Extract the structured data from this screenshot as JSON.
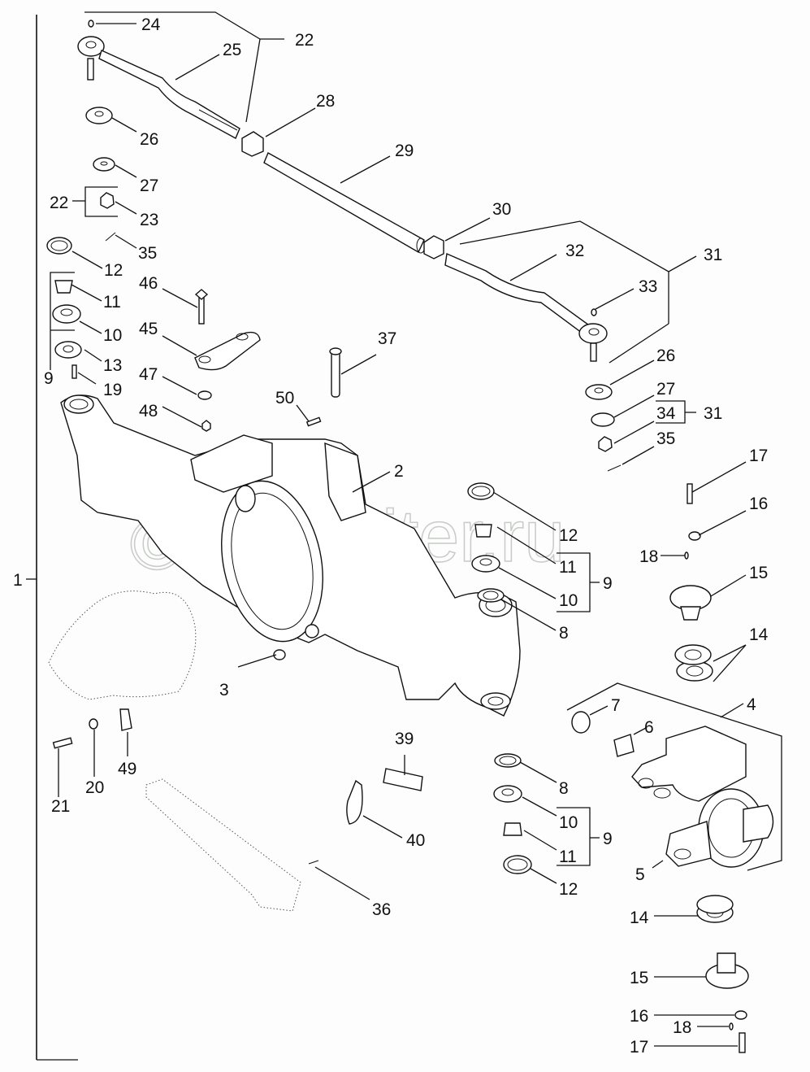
{
  "title": "Front axle assembly exploded parts diagram",
  "watermark": "autopiter.ru",
  "watermark_symbol": "©",
  "callouts": [
    {
      "id": "c24",
      "label": "24",
      "part": "grease-fitting"
    },
    {
      "id": "c22a",
      "label": "22",
      "part": "tie-rod-end-left-group"
    },
    {
      "id": "c25",
      "label": "25",
      "part": "tie-rod-end-left"
    },
    {
      "id": "c28",
      "label": "28",
      "part": "nut"
    },
    {
      "id": "c26a",
      "label": "26",
      "part": "spacer"
    },
    {
      "id": "c29",
      "label": "29",
      "part": "tie-rod-tube"
    },
    {
      "id": "c27a",
      "label": "27",
      "part": "washer"
    },
    {
      "id": "c22b",
      "label": "22",
      "part": "tie-rod-end-left-group"
    },
    {
      "id": "c23",
      "label": "23",
      "part": "castle-nut"
    },
    {
      "id": "c35a",
      "label": "35",
      "part": "cotter-pin"
    },
    {
      "id": "c12a",
      "label": "12",
      "part": "seal"
    },
    {
      "id": "c30",
      "label": "30",
      "part": "nut"
    },
    {
      "id": "c32",
      "label": "32",
      "part": "tie-rod-end-right"
    },
    {
      "id": "c31a",
      "label": "31",
      "part": "tie-rod-end-right-group"
    },
    {
      "id": "c46",
      "label": "46",
      "part": "bolt"
    },
    {
      "id": "c11a",
      "label": "11",
      "part": "bearing-cone"
    },
    {
      "id": "c33",
      "label": "33",
      "part": "grease-fitting"
    },
    {
      "id": "c10a",
      "label": "10",
      "part": "bearing-cup"
    },
    {
      "id": "c45",
      "label": "45",
      "part": "bracket"
    },
    {
      "id": "c37",
      "label": "37",
      "part": "pin"
    },
    {
      "id": "c13",
      "label": "13",
      "part": "cover"
    },
    {
      "id": "c26b",
      "label": "26",
      "part": "spacer"
    },
    {
      "id": "c9a",
      "label": "9",
      "part": "bearing-set"
    },
    {
      "id": "c19",
      "label": "19",
      "part": "screw"
    },
    {
      "id": "c47",
      "label": "47",
      "part": "washer"
    },
    {
      "id": "c27b",
      "label": "27",
      "part": "washer"
    },
    {
      "id": "c34",
      "label": "34",
      "part": "nut"
    },
    {
      "id": "c31b",
      "label": "31",
      "part": "tie-rod-end-right-group"
    },
    {
      "id": "c48",
      "label": "48",
      "part": "nut"
    },
    {
      "id": "c50",
      "label": "50",
      "part": "screw"
    },
    {
      "id": "c35b",
      "label": "35",
      "part": "cotter-pin"
    },
    {
      "id": "c17a",
      "label": "17",
      "part": "bolt"
    },
    {
      "id": "c2",
      "label": "2",
      "part": "axle-housing"
    },
    {
      "id": "c16a",
      "label": "16",
      "part": "washer"
    },
    {
      "id": "c12b",
      "label": "12",
      "part": "seal"
    },
    {
      "id": "c18a",
      "label": "18",
      "part": "grease-fitting"
    },
    {
      "id": "c11b",
      "label": "11",
      "part": "bearing-cone"
    },
    {
      "id": "c15a",
      "label": "15",
      "part": "king-pin-upper"
    },
    {
      "id": "c1",
      "label": "1",
      "part": "axle-assembly"
    },
    {
      "id": "c9b",
      "label": "9",
      "part": "bearing-set"
    },
    {
      "id": "c10b",
      "label": "10",
      "part": "bearing-cup"
    },
    {
      "id": "c8a",
      "label": "8",
      "part": "shim"
    },
    {
      "id": "c14a",
      "label": "14",
      "part": "shims"
    },
    {
      "id": "c3",
      "label": "3",
      "part": "plug"
    },
    {
      "id": "c7",
      "label": "7",
      "part": "seal"
    },
    {
      "id": "c4",
      "label": "4",
      "part": "steering-knuckle-group"
    },
    {
      "id": "c6",
      "label": "6",
      "part": "bushing"
    },
    {
      "id": "c39",
      "label": "39",
      "part": "bracket"
    },
    {
      "id": "c21",
      "label": "21",
      "part": "bolt"
    },
    {
      "id": "c20",
      "label": "20",
      "part": "washer"
    },
    {
      "id": "c49",
      "label": "49",
      "part": "plate"
    },
    {
      "id": "c8b",
      "label": "8",
      "part": "shim"
    },
    {
      "id": "c10c",
      "label": "10",
      "part": "bearing-cup"
    },
    {
      "id": "c9c",
      "label": "9",
      "part": "bearing-set"
    },
    {
      "id": "c40",
      "label": "40",
      "part": "clip"
    },
    {
      "id": "c11c",
      "label": "11",
      "part": "bearing-cone"
    },
    {
      "id": "c5",
      "label": "5",
      "part": "steering-knuckle"
    },
    {
      "id": "c12c",
      "label": "12",
      "part": "seal"
    },
    {
      "id": "c36",
      "label": "36",
      "part": "pin"
    },
    {
      "id": "c14b",
      "label": "14",
      "part": "shims"
    },
    {
      "id": "c15b",
      "label": "15",
      "part": "king-pin-lower"
    },
    {
      "id": "c16b",
      "label": "16",
      "part": "washer"
    },
    {
      "id": "c18b",
      "label": "18",
      "part": "grease-fitting"
    },
    {
      "id": "c17b",
      "label": "17",
      "part": "bolt"
    }
  ]
}
